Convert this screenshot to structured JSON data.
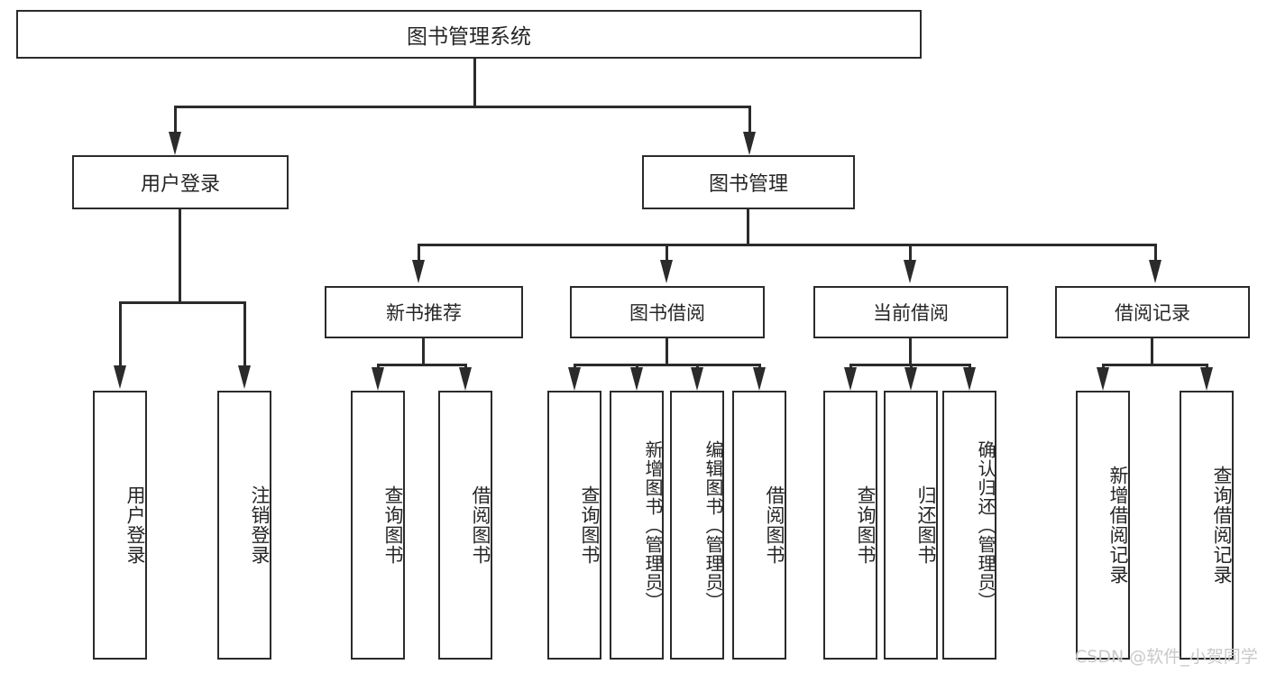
{
  "diagram": {
    "type": "tree-hierarchy-chart",
    "title": "图书管理系统",
    "nodes": {
      "root": {
        "label": "图书管理系统"
      },
      "level1": [
        {
          "id": "user-login",
          "label": "用户登录"
        },
        {
          "id": "book-management",
          "label": "图书管理"
        }
      ],
      "level2": [
        {
          "id": "new-book-recommend",
          "label": "新书推荐"
        },
        {
          "id": "book-borrow",
          "label": "图书借阅"
        },
        {
          "id": "current-borrow",
          "label": "当前借阅"
        },
        {
          "id": "borrow-record",
          "label": "借阅记录"
        }
      ],
      "leaves": [
        {
          "id": "leaf-user-login",
          "label": "用户登录",
          "parent": "user-login"
        },
        {
          "id": "leaf-logout-login",
          "label": "注销登录",
          "parent": "user-login"
        },
        {
          "id": "leaf-query-book-1",
          "label": "查询图书",
          "parent": "new-book-recommend"
        },
        {
          "id": "leaf-borrow-book-1",
          "label": "借阅图书",
          "parent": "new-book-recommend"
        },
        {
          "id": "leaf-query-book-2",
          "label": "查询图书",
          "parent": "book-borrow"
        },
        {
          "id": "leaf-add-book-admin",
          "label": "新增图书（管理员）",
          "parent": "book-borrow"
        },
        {
          "id": "leaf-edit-book-admin",
          "label": "编辑图书（管理员）",
          "parent": "book-borrow"
        },
        {
          "id": "leaf-borrow-book-2",
          "label": "借阅图书",
          "parent": "book-borrow"
        },
        {
          "id": "leaf-query-book-3",
          "label": "查询图书",
          "parent": "current-borrow"
        },
        {
          "id": "leaf-return-book",
          "label": "归还图书",
          "parent": "current-borrow"
        },
        {
          "id": "leaf-confirm-return-admin",
          "label": "确认归还（管理员）",
          "parent": "current-borrow"
        },
        {
          "id": "leaf-add-borrow-record",
          "label": "新增借阅记录",
          "parent": "borrow-record"
        },
        {
          "id": "leaf-query-borrow-record",
          "label": "查询借阅记录",
          "parent": "borrow-record"
        }
      ]
    },
    "colors": {
      "line": "#2b2b2b",
      "text": "#262626",
      "background": "#ffffff",
      "watermark": "#c9c9c9"
    }
  },
  "watermark": {
    "text": "CSDN @软件_小贺同学"
  }
}
